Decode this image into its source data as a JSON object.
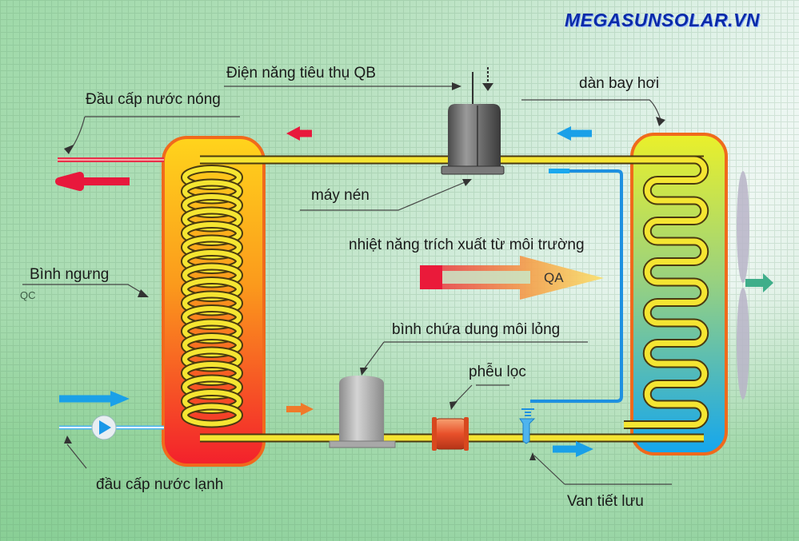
{
  "brand": "MEGASUNSOLAR.VN",
  "labels": {
    "electric_input": "Điện năng tiêu thụ QB",
    "hot_water_outlet": "Đầu cấp nước nóng",
    "evaporator": "dàn bay hơi",
    "compressor": "máy nén",
    "ambient_heat": "nhiệt năng trích xuất từ môi trường",
    "heat_qa": "QA",
    "condenser": "Bình ngưng",
    "heat_qc": "QC",
    "liquid_receiver": "bình chứa dung môi lỏng",
    "filter": "phễu lọc",
    "cold_water_inlet": "đầu cấp nước lạnh",
    "expansion_valve": "Van tiết lưu"
  },
  "colors": {
    "brand": "#0a2aa8",
    "pipe": "#f5e532",
    "hot_arrow": "#e8183c",
    "cold_arrow": "#1aa0e8",
    "condenser_top": "#ffd21a",
    "condenser_bottom": "#f43a2a",
    "evaporator_top": "#e8ef2a",
    "evaporator_bottom": "#1aa8e8",
    "filter": "#e8542a",
    "fan_arrow": "#3fae8a"
  }
}
